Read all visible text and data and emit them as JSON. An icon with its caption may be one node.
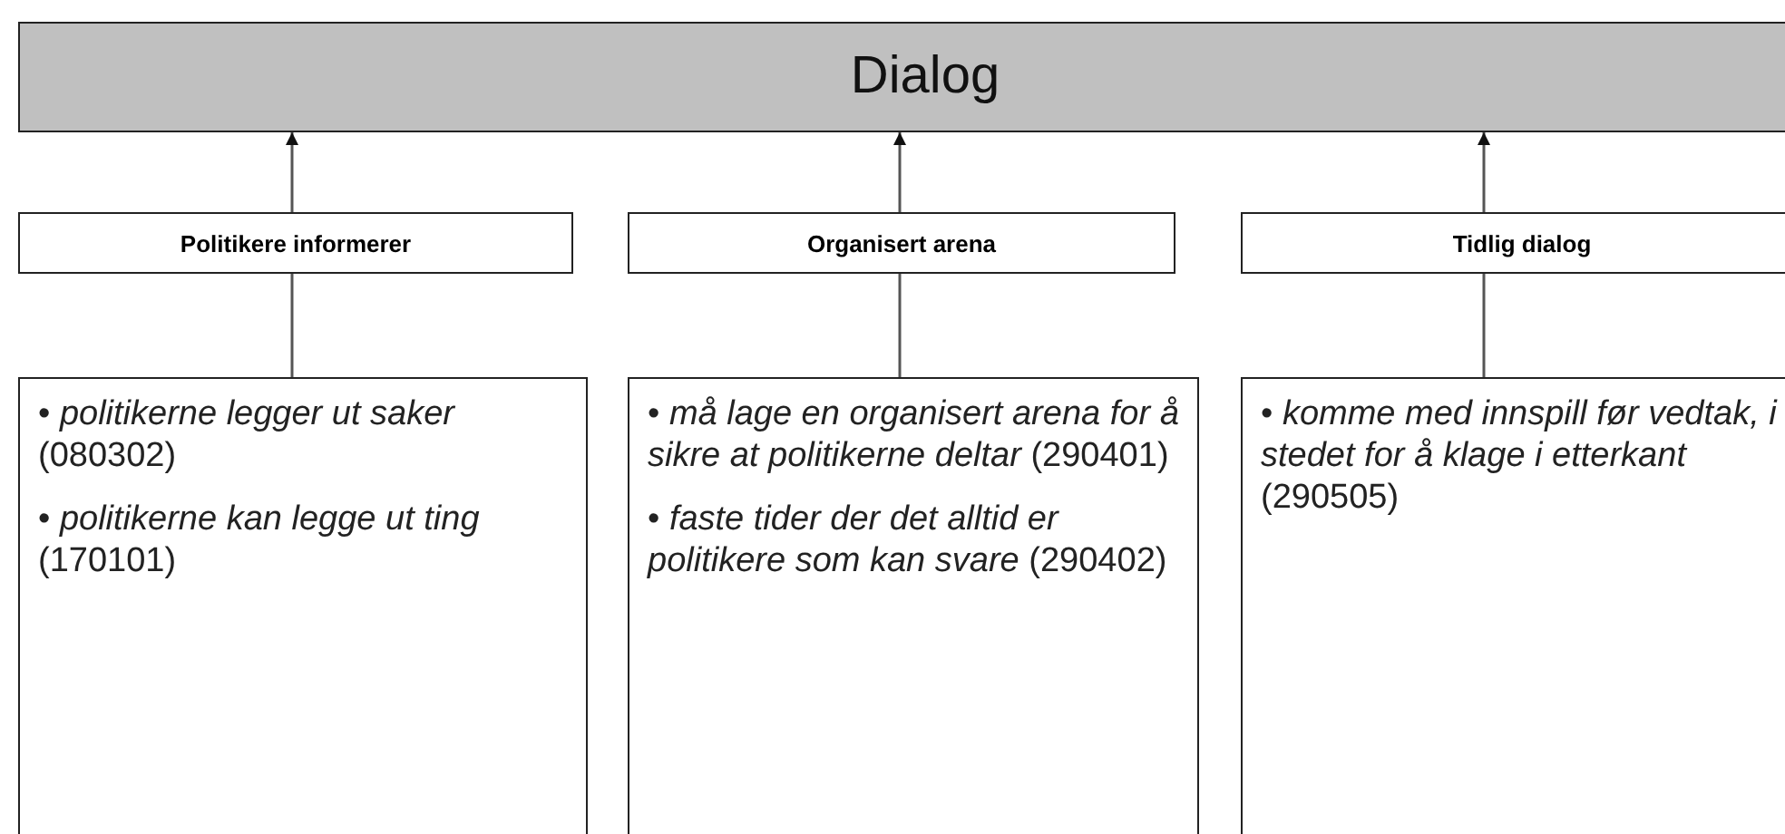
{
  "diagram": {
    "nodes": [
      {
        "text": [
          "Dialog"
        ]
      },
      {
        "text": [
          "Politikere informerer"
        ]
      },
      {
        "text": [
          "Organisert arena"
        ]
      },
      {
        "text": [
          "Tidlig dialog"
        ]
      },
      {
        "text": [
          "• *politikerne legger ut saker* (080302)",
          "• *politikerne kan legge ut ting* (170101)"
        ]
      },
      {
        "text": [
          "• *må lage en organisert arena for å sikre at politikerne deltar* (290401)",
          "• *faste tider der det alltid er politikere som kan svare* (290402)"
        ]
      },
      {
        "text": [
          "• *komme med innspill før vedtak, i stedet for å klage i etterkant* (290505)"
        ]
      }
    ],
    "edges": [
      {
        "from": 1,
        "to": 0,
        "arrow": "to"
      },
      {
        "from": 2,
        "to": 0,
        "arrow": "to"
      },
      {
        "from": 3,
        "to": 0,
        "arrow": "to"
      },
      {
        "from": 4,
        "to": 1,
        "arrow": "none"
      },
      {
        "from": 5,
        "to": 2,
        "arrow": "none"
      },
      {
        "from": 6,
        "to": 3,
        "arrow": "none"
      }
    ]
  }
}
